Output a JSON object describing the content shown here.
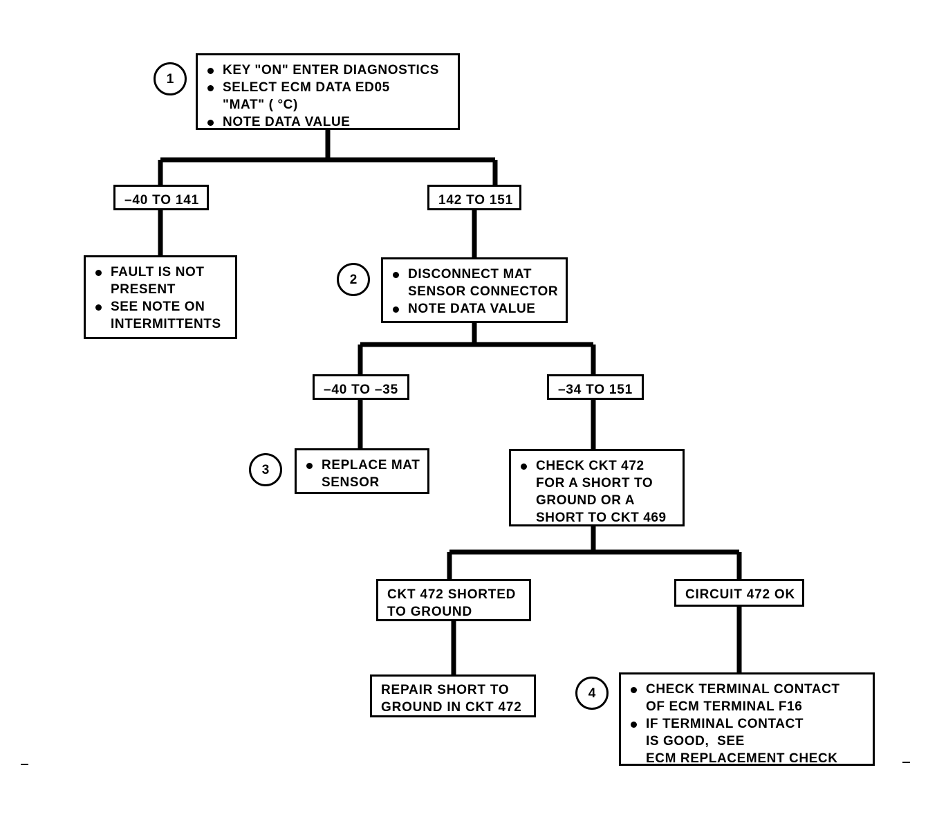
{
  "diagram": {
    "title": "MAT Sensor Diagnostic Flowchart",
    "type": "flowchart",
    "ink_color": "#000000",
    "background_color": "#ffffff"
  },
  "steps": {
    "one": "1",
    "two": "2",
    "three": "3",
    "four": "4"
  },
  "nodes": {
    "start": {
      "name": "key-on-enter-diagnostics",
      "lines": [
        {
          "bullet": true,
          "text": "KEY \"ON\" ENTER DIAGNOSTICS"
        },
        {
          "bullet": true,
          "text": "SELECT ECM DATA ED05"
        },
        {
          "bullet": false,
          "text": "\"MAT\" ( °C)"
        },
        {
          "bullet": true,
          "text": "NOTE DATA VALUE"
        }
      ]
    },
    "range_a_left": {
      "name": "range-minus40-to-141",
      "lines": [
        {
          "bullet": false,
          "text": "–40 TO 141"
        }
      ]
    },
    "range_a_right": {
      "name": "range-142-to-151",
      "lines": [
        {
          "bullet": false,
          "text": "142 TO 151"
        }
      ]
    },
    "fault_not_present": {
      "name": "fault-is-not-present",
      "lines": [
        {
          "bullet": true,
          "text": "FAULT IS NOT"
        },
        {
          "bullet": false,
          "text": "PRESENT"
        },
        {
          "bullet": true,
          "text": "SEE NOTE ON"
        },
        {
          "bullet": false,
          "text": "INTERMITTENTS"
        }
      ]
    },
    "disconnect_mat": {
      "name": "disconnect-mat-sensor-connector",
      "lines": [
        {
          "bullet": true,
          "text": "DISCONNECT MAT"
        },
        {
          "bullet": false,
          "text": "SENSOR CONNECTOR"
        },
        {
          "bullet": true,
          "text": "NOTE DATA VALUE"
        }
      ]
    },
    "range_b_left": {
      "name": "range-minus40-to-minus35",
      "lines": [
        {
          "bullet": false,
          "text": "–40 TO –35"
        }
      ]
    },
    "range_b_right": {
      "name": "range-minus34-to-151",
      "lines": [
        {
          "bullet": false,
          "text": "–34 TO 151"
        }
      ]
    },
    "replace_mat": {
      "name": "replace-mat-sensor",
      "lines": [
        {
          "bullet": true,
          "text": "REPLACE MAT"
        },
        {
          "bullet": false,
          "text": "SENSOR"
        }
      ]
    },
    "check_ckt472": {
      "name": "check-ckt-472-for-short",
      "lines": [
        {
          "bullet": true,
          "text": "CHECK CKT 472"
        },
        {
          "bullet": false,
          "text": "FOR A SHORT TO"
        },
        {
          "bullet": false,
          "text": "GROUND OR A"
        },
        {
          "bullet": false,
          "text": "SHORT TO CKT 469"
        }
      ]
    },
    "ckt472_shorted": {
      "name": "ckt-472-shorted-to-ground",
      "lines": [
        {
          "bullet": false,
          "text": "CKT 472 SHORTED"
        },
        {
          "bullet": false,
          "text": "TO GROUND"
        }
      ]
    },
    "circuit472_ok": {
      "name": "circuit-472-ok",
      "lines": [
        {
          "bullet": false,
          "text": "CIRCUIT 472 OK"
        }
      ]
    },
    "repair_short": {
      "name": "repair-short-to-ground-in-ckt-472",
      "lines": [
        {
          "bullet": false,
          "text": "REPAIR SHORT TO"
        },
        {
          "bullet": false,
          "text": "GROUND IN CKT 472"
        }
      ]
    },
    "check_terminal": {
      "name": "check-terminal-contact-ecm",
      "lines": [
        {
          "bullet": true,
          "text": "CHECK TERMINAL CONTACT"
        },
        {
          "bullet": false,
          "text": "OF ECM TERMINAL F16"
        },
        {
          "bullet": true,
          "text": "IF TERMINAL CONTACT"
        },
        {
          "bullet": false,
          "text": "IS GOOD,  SEE"
        },
        {
          "bullet": false,
          "text": "ECM REPLACEMENT CHECK"
        }
      ]
    }
  }
}
